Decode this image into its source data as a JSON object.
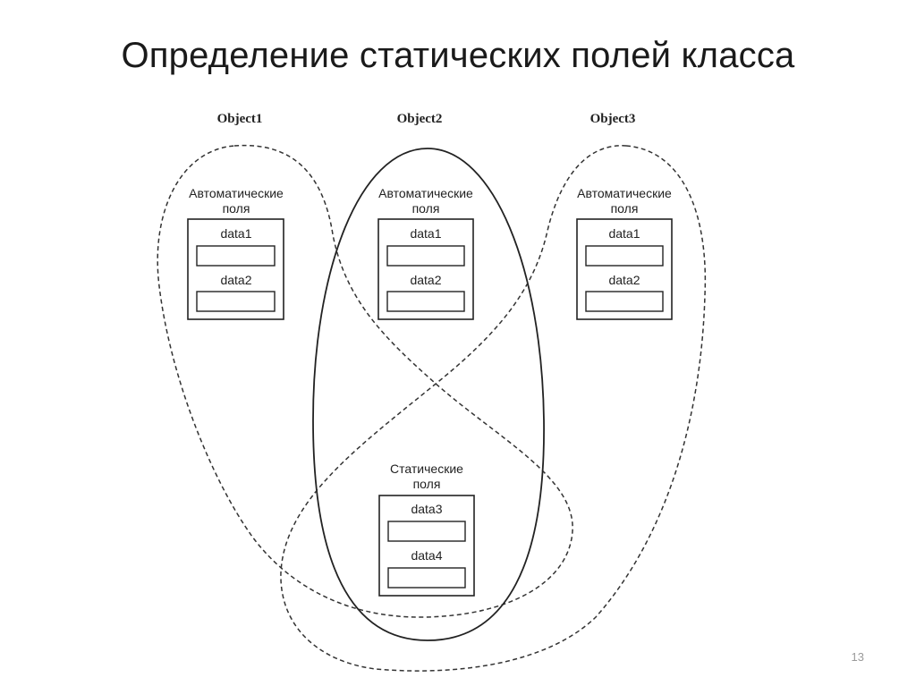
{
  "slide": {
    "title": "Определение статических полей класса",
    "page_number": "13"
  },
  "objects": [
    {
      "label": "Object1"
    },
    {
      "label": "Object2"
    },
    {
      "label": "Object3"
    }
  ],
  "auto_group": {
    "label_line1": "Автоматические",
    "label_line2": "поля",
    "field1": "data1",
    "field2": "data2"
  },
  "static_group": {
    "label_line1": "Статические",
    "label_line2": "поля",
    "field1": "data3",
    "field2": "data4"
  }
}
